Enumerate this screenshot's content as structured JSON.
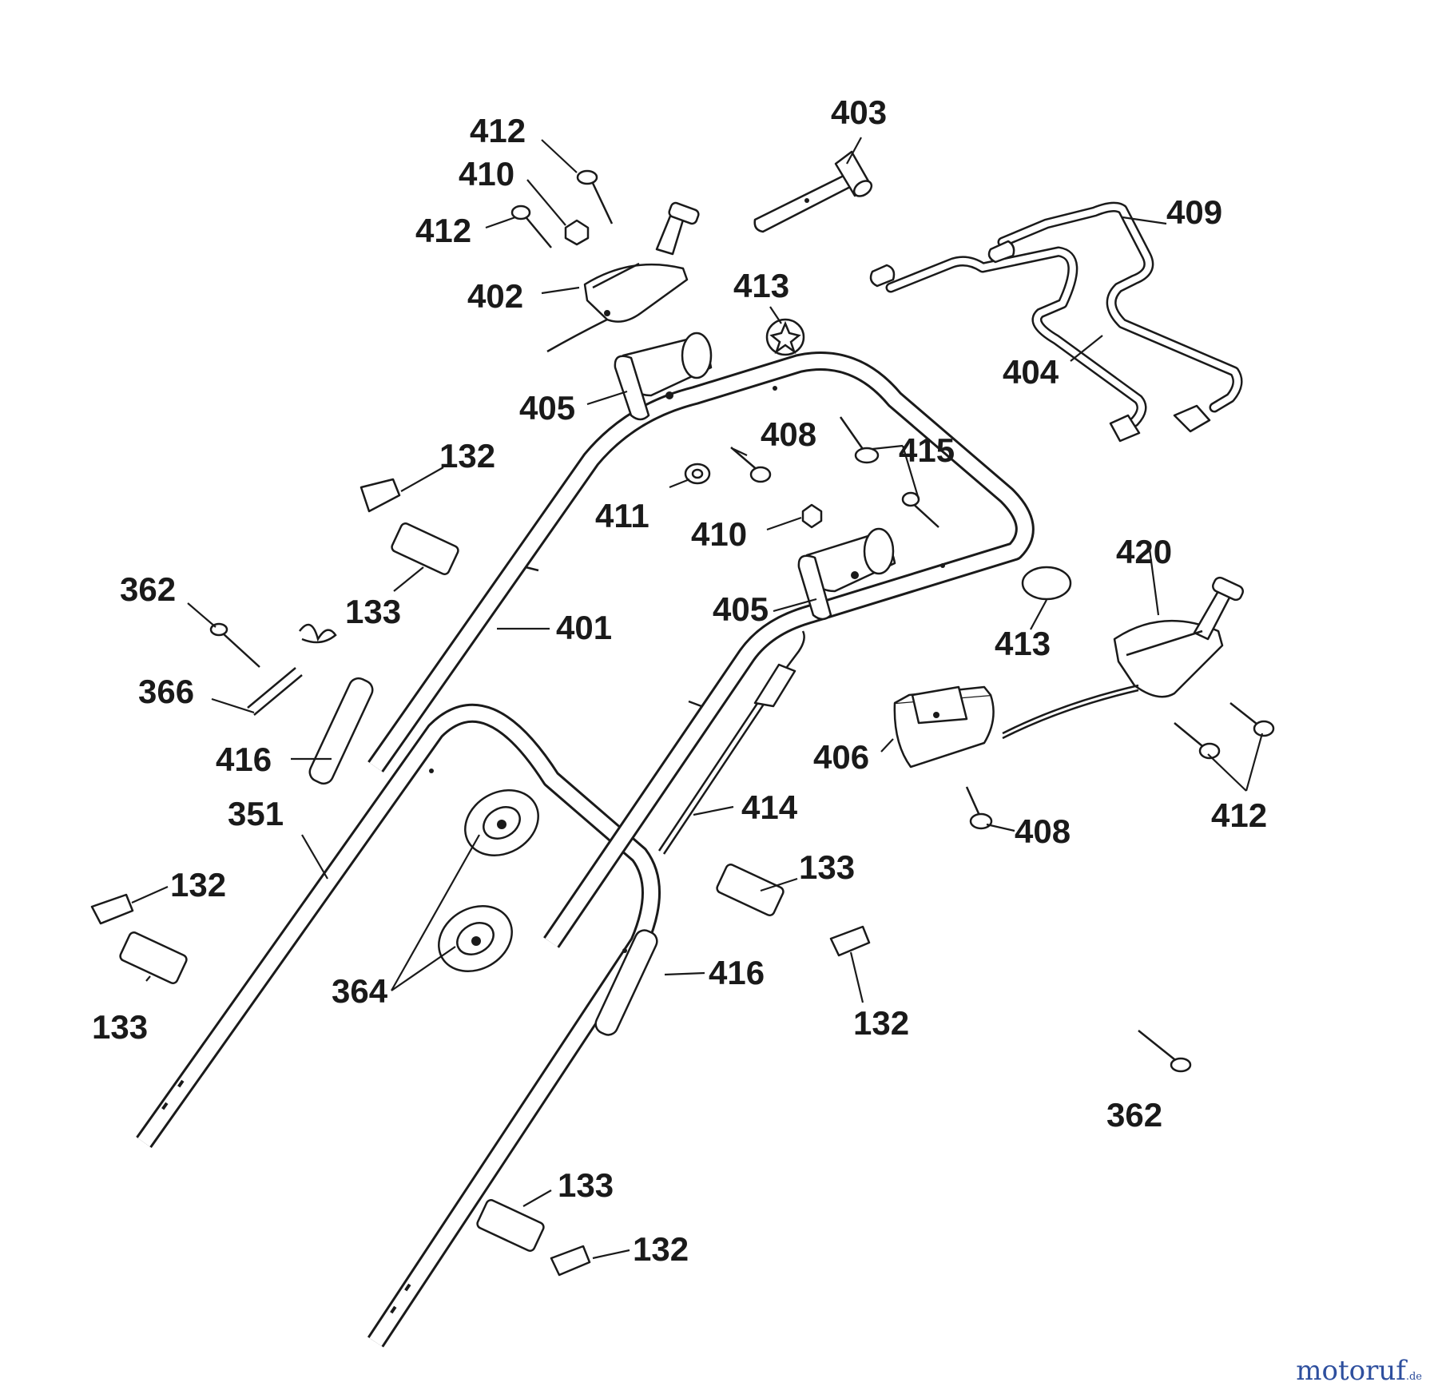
{
  "labels": {
    "p132": "132",
    "p133": "133",
    "p351": "351",
    "p362": "362",
    "p364": "364",
    "p366": "366",
    "p401": "401",
    "p402": "402",
    "p403": "403",
    "p404": "404",
    "p405": "405",
    "p406": "406",
    "p408": "408",
    "p409": "409",
    "p410": "410",
    "p411": "411",
    "p412": "412",
    "p413": "413",
    "p414": "414",
    "p415": "415",
    "p416": "416",
    "p420": "420"
  },
  "watermark": {
    "brand_main": "motoruf",
    "brand_accent": "",
    "suffix": ".de"
  },
  "colors": {
    "ink": "#1a1a1a",
    "brand_blue": "#2e4f9e",
    "brand_orange": "#e07a1f"
  }
}
